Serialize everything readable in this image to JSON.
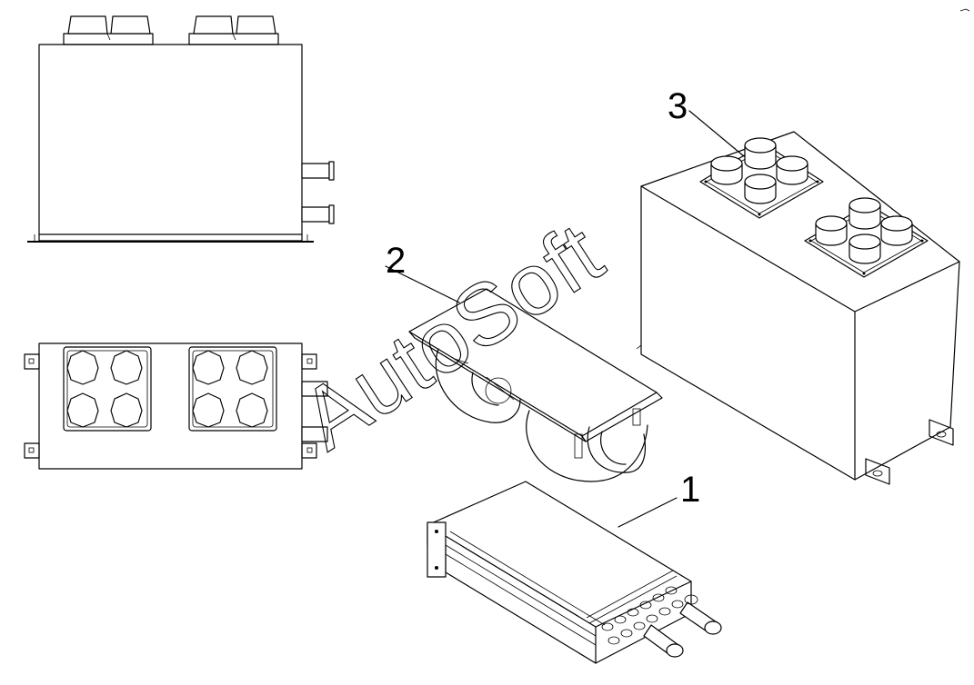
{
  "callouts": {
    "part1": "1",
    "part2": "2",
    "part3": "3"
  },
  "watermark": "AutoSoft",
  "colors": {
    "line": "#000000",
    "background": "#ffffff"
  }
}
